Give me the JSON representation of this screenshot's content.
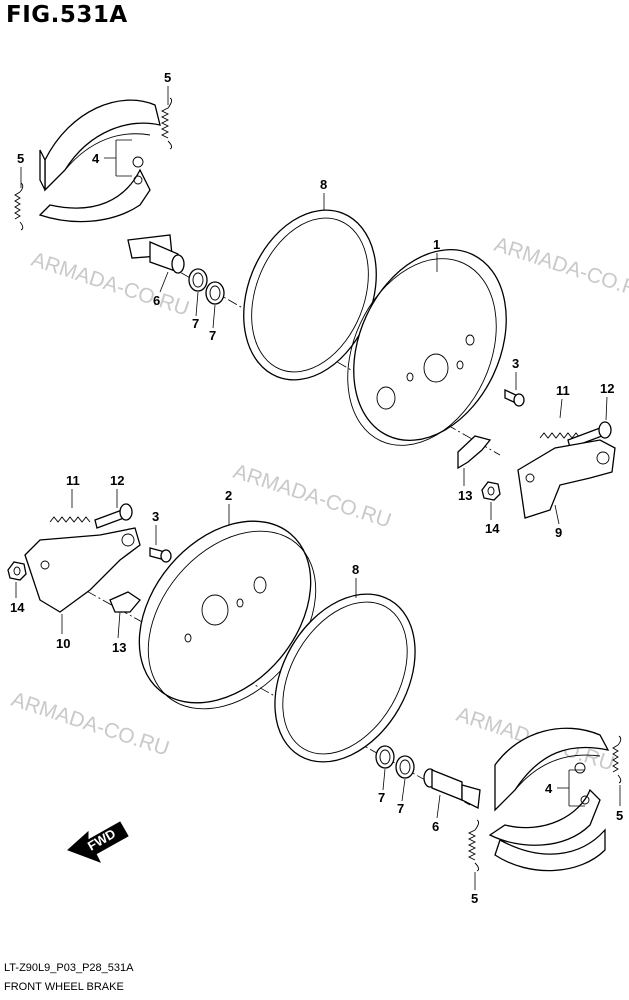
{
  "figure": {
    "title": "FIG.531A",
    "code": "LT-Z90L9_P03_P28_531A",
    "name": "FRONT WHEEL BRAKE"
  },
  "watermarks": [
    "ARMADA-CO.RU",
    "ARMADA-CO.RU",
    "ARMADA-CO.RU",
    "ARMADA-CO.RU",
    "ARMADA-CO.RU"
  ],
  "direction_label": "FWD",
  "callouts": [
    "5",
    "5",
    "4",
    "6",
    "7",
    "7",
    "8",
    "1",
    "3",
    "11",
    "12",
    "13",
    "14",
    "9",
    "11",
    "12",
    "3",
    "2",
    "14",
    "13",
    "10",
    "8",
    "7",
    "7",
    "6",
    "4",
    "5",
    "5"
  ]
}
